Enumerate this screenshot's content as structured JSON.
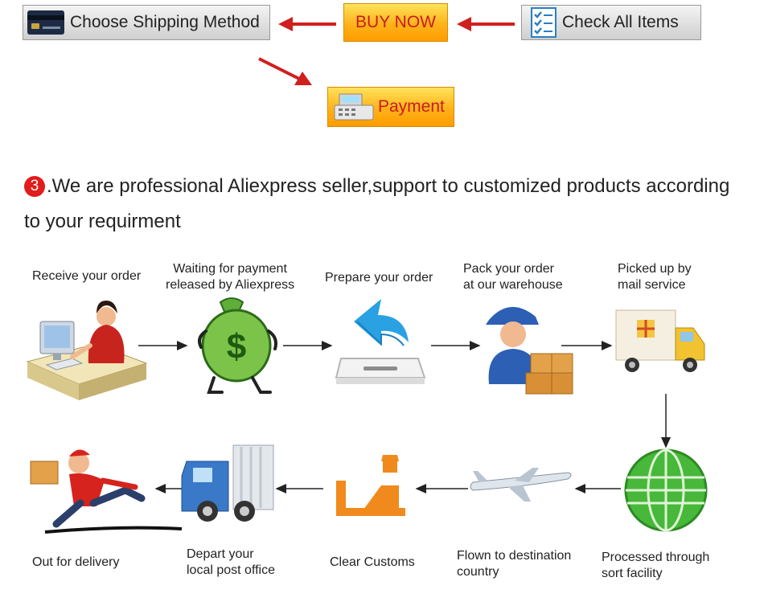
{
  "purchase_flow": {
    "choose_shipping": "Choose Shipping Method",
    "buy_now": "BUY NOW",
    "check_items": "Check All Items",
    "payment": "Payment"
  },
  "note": {
    "badge": "3",
    "line1": ".We are professional Aliexpress seller,support to customized products according",
    "line2": "to your requirment"
  },
  "order_steps": [
    {
      "label": [
        "Receive your order"
      ]
    },
    {
      "label": [
        "Waiting for payment",
        "released by Aliexpress"
      ]
    },
    {
      "label": [
        "Prepare your order"
      ]
    },
    {
      "label": [
        "Pack your order",
        "at our warehouse"
      ]
    },
    {
      "label": [
        "Picked up by",
        "mail service"
      ]
    },
    {
      "label": [
        "Processed through",
        "sort facility"
      ]
    },
    {
      "label": [
        "Flown to destination",
        "country"
      ]
    },
    {
      "label": [
        "Clear Customs"
      ]
    },
    {
      "label": [
        "Depart your",
        "local post office"
      ]
    },
    {
      "label": [
        "Out for delivery"
      ]
    }
  ],
  "colors": {
    "arrow_red": "#d01f1f",
    "button_orange": "#ffb21a",
    "badge_red": "#e21b1b"
  }
}
